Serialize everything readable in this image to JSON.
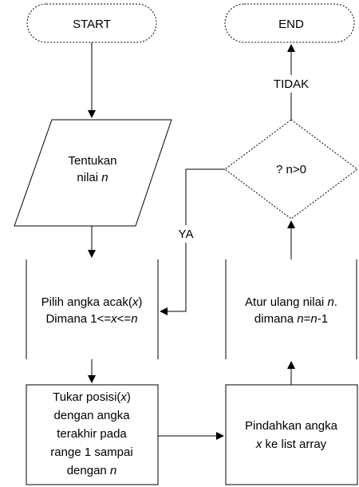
{
  "nodes": {
    "start": {
      "label": "START"
    },
    "end": {
      "label": "END"
    },
    "input": {
      "line1": "Tentukan",
      "line2_pre": "nilai ",
      "line2_var": "n"
    },
    "pick": {
      "line1_pre": "Pilih angka acak(",
      "line1_var": "x",
      "line1_post": ")",
      "line2_pre": "Dimana 1<=",
      "line2_var1": "x",
      "line2_mid": "<=",
      "line2_var2": "n"
    },
    "swap": {
      "line1_pre": "Tukar posisi(",
      "line1_var": "x",
      "line1_post": ")",
      "line2": "dengan angka",
      "line3": "terakhir pada",
      "line4": "range 1 sampai",
      "line5_pre": "dengan ",
      "line5_var": "n"
    },
    "move": {
      "line1": "Pindahkan angka",
      "line2_var": "x",
      "line2_post": " ke list array"
    },
    "reset": {
      "line1_pre": "Atur ulang nilai ",
      "line1_var": "n",
      "line1_post": ".",
      "line2_pre": "dimana ",
      "line2_var1": "n",
      "line2_mid": "=",
      "line2_var2": "n",
      "line2_post": "-1"
    },
    "decision": {
      "label": "? n>0"
    }
  },
  "edges": {
    "yes_label": "YA",
    "no_label": "TIDAK"
  }
}
